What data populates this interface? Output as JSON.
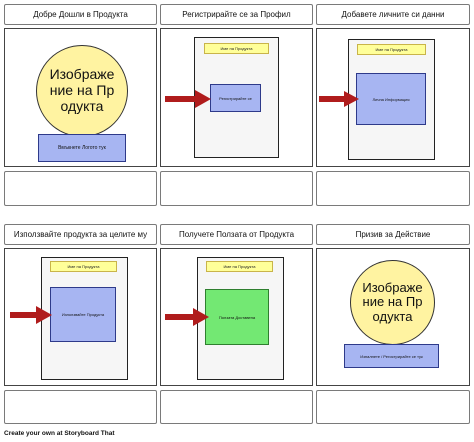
{
  "panels": [
    {
      "title": "Добре Дошли в Продукта",
      "circle_text": "Изображение на Продукта",
      "button_text": "Вмъкнете Логото тук"
    },
    {
      "title": "Регистрирайте се за Профил",
      "page_label": "Име на Продукта",
      "box_text": "Регистрирайте се"
    },
    {
      "title": "Добавете личните си данни",
      "page_label": "Име на Продукта",
      "box_text": "Лична Информация"
    },
    {
      "title": "Използвайте продукта за целите му",
      "page_label": "Име на Продукта",
      "box_text": "Използвайте Продукта"
    },
    {
      "title": "Получете Ползата от Продукта",
      "page_label": "Име на Продукта",
      "box_text": "Ползата Доставена"
    },
    {
      "title": "Призив за Действие",
      "circle_text": "Изображение на Продукта",
      "button_text": "Изпалнете / Регистрирайте се тук"
    }
  ],
  "colors": {
    "arrow": "#b01c1c",
    "circle_fill": "#fff3a1",
    "label_yellow": "#ffff99",
    "box_blue": "#a7b5f2",
    "box_green": "#73e873"
  },
  "footer": "Create your own at Storyboard That"
}
